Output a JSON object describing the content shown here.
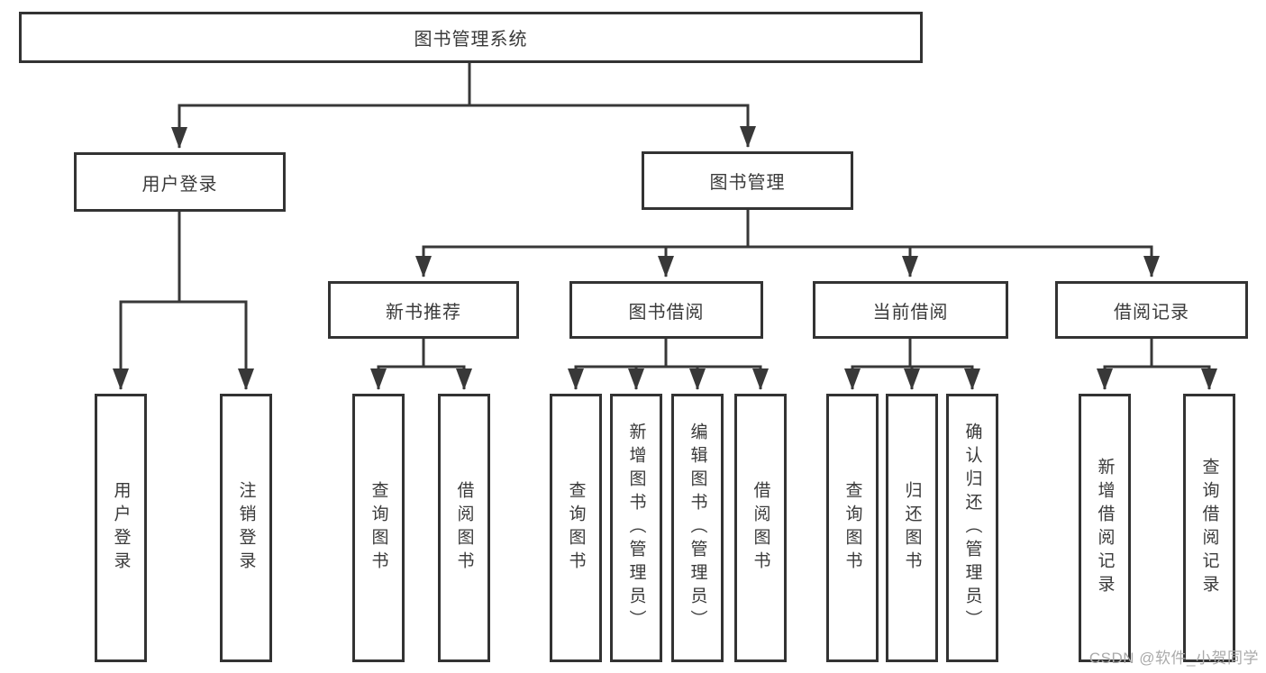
{
  "diagram": {
    "root": "图书管理系统",
    "branches": {
      "user_login": {
        "label": "用户登录",
        "children": [
          "用户登录",
          "注销登录"
        ]
      },
      "book_management": {
        "label": "图书管理",
        "sections": {
          "new_book_recommend": {
            "label": "新书推荐",
            "children": [
              "查询图书",
              "借阅图书"
            ]
          },
          "book_borrow": {
            "label": "图书借阅",
            "children": [
              "查询图书",
              "新增图书（管理员）",
              "编辑图书（管理员）",
              "借阅图书"
            ]
          },
          "current_borrow": {
            "label": "当前借阅",
            "children": [
              "查询图书",
              "归还图书",
              "确认归还（管理员）"
            ]
          },
          "borrow_record": {
            "label": "借阅记录",
            "children": [
              "新增借阅记录",
              "查询借阅记录"
            ]
          }
        }
      }
    }
  },
  "watermark": {
    "text": "CSDN @软件_小贺同学",
    "color": "#aaaaaa"
  },
  "colors": {
    "line": "#383838",
    "box_border": "#333333",
    "text": "#3a3a3a",
    "background": "#ffffff"
  }
}
